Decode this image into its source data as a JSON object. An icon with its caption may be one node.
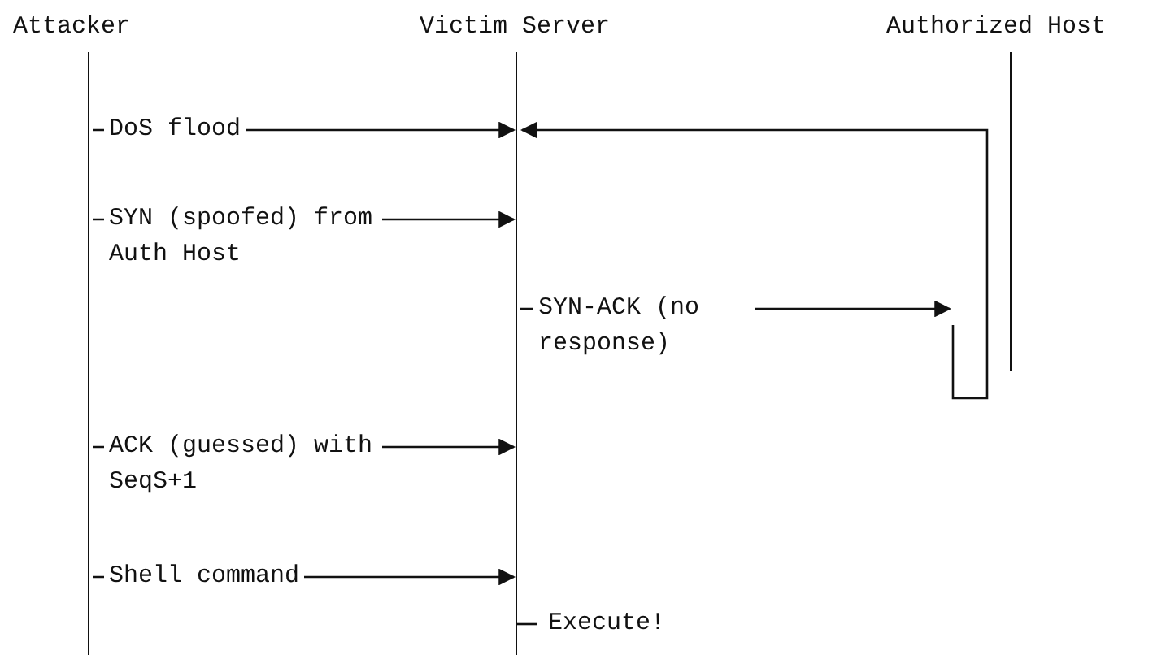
{
  "diagram": {
    "nodes": [
      {
        "text": [
          "Attacker"
        ]
      },
      {
        "text": [
          "Victim Server"
        ]
      },
      {
        "text": [
          "Authorized Host"
        ]
      }
    ],
    "edges": [
      {
        "from": 0,
        "to": 1,
        "arrow": "to",
        "label": "DoS flood"
      },
      {
        "from": 2,
        "to": 1,
        "arrow": "to"
      },
      {
        "from": 0,
        "to": 1,
        "arrow": "to",
        "label": "SYN (spoofed) from Auth Host"
      },
      {
        "from": 1,
        "to": 2,
        "arrow": "to",
        "label": "SYN-ACK (no response)"
      },
      {
        "from": 0,
        "to": 1,
        "arrow": "to",
        "label": "ACK (guessed) with SeqS+1"
      },
      {
        "from": 0,
        "to": 1,
        "arrow": "to",
        "label": "Shell command"
      }
    ],
    "labels": [
      "Execute!"
    ]
  }
}
